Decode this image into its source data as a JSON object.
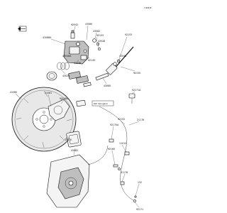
{
  "page": {
    "code": "Y/##/#",
    "ref_note": "Ref. Swingarm"
  },
  "callouts": [
    {
      "id": "c1",
      "text": "92042"
    },
    {
      "id": "c2",
      "text": "43080"
    },
    {
      "id": "c3",
      "text": "41068A"
    },
    {
      "id": "c4",
      "text": "43082"
    },
    {
      "id": "c5",
      "text": "92153"
    },
    {
      "id": "c6",
      "text": "43048"
    },
    {
      "id": "c7",
      "text": "43048A"
    },
    {
      "id": "c8",
      "text": "92145"
    },
    {
      "id": "c9",
      "text": "43048"
    },
    {
      "id": "c10",
      "text": "43026"
    },
    {
      "id": "c11",
      "text": "92153"
    },
    {
      "id": "c12",
      "text": "43048"
    },
    {
      "id": "c13",
      "text": "92150"
    },
    {
      "id": "c14",
      "text": "43080"
    },
    {
      "id": "c15",
      "text": "41080"
    },
    {
      "id": "c16",
      "text": "21081"
    },
    {
      "id": "c17",
      "text": "92146A"
    },
    {
      "id": "c18",
      "text": "92171A"
    },
    {
      "id": "c19",
      "text": "92152"
    },
    {
      "id": "c20",
      "text": "92170A"
    },
    {
      "id": "c21",
      "text": "21176"
    },
    {
      "id": "c22",
      "text": "92160"
    },
    {
      "id": "c23",
      "text": "11012"
    },
    {
      "id": "c24",
      "text": "13070"
    },
    {
      "id": "c25",
      "text": "43082"
    },
    {
      "id": "c26",
      "text": "21176"
    },
    {
      "id": "c27",
      "text": "132"
    },
    {
      "id": "c28",
      "text": "92171"
    }
  ],
  "icons": {
    "front_arrow": "front-arrow-icon"
  }
}
